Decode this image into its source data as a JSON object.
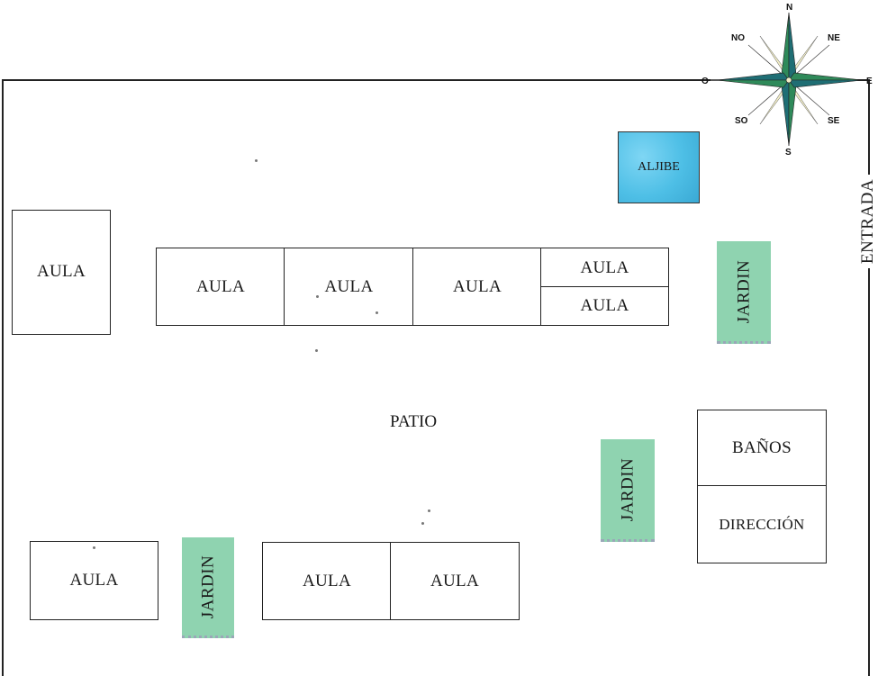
{
  "rooms": {
    "aula_west": "AULA",
    "aula_row1_a": "AULA",
    "aula_row1_b": "AULA",
    "aula_row1_c": "AULA",
    "aula_row1_d_top": "AULA",
    "aula_row1_d_bottom": "AULA",
    "aula_bottom_left": "AULA",
    "aula_bottom_mid_a": "AULA",
    "aula_bottom_mid_b": "AULA",
    "banos": "BAÑOS",
    "direccion": "DIRECCIÓN"
  },
  "gardens": {
    "garden_north": "JARDIN",
    "garden_center": "JARDIN",
    "garden_south": "JARDIN"
  },
  "aljibe": "ALJIBE",
  "patio": "PATIO",
  "entrada": "ENTRADA",
  "compass": {
    "n": "N",
    "s": "S",
    "e": "E",
    "o": "O",
    "ne": "NE",
    "no": "NO",
    "se": "SE",
    "so": "SO"
  },
  "colors": {
    "garden": "#8fd3b0",
    "water": "#4ebfe6",
    "compass_green": "#2f8a5a",
    "compass_pink": "#d9587a",
    "compass_cream": "#f2eec8",
    "compass_teal": "#1f6e74"
  }
}
